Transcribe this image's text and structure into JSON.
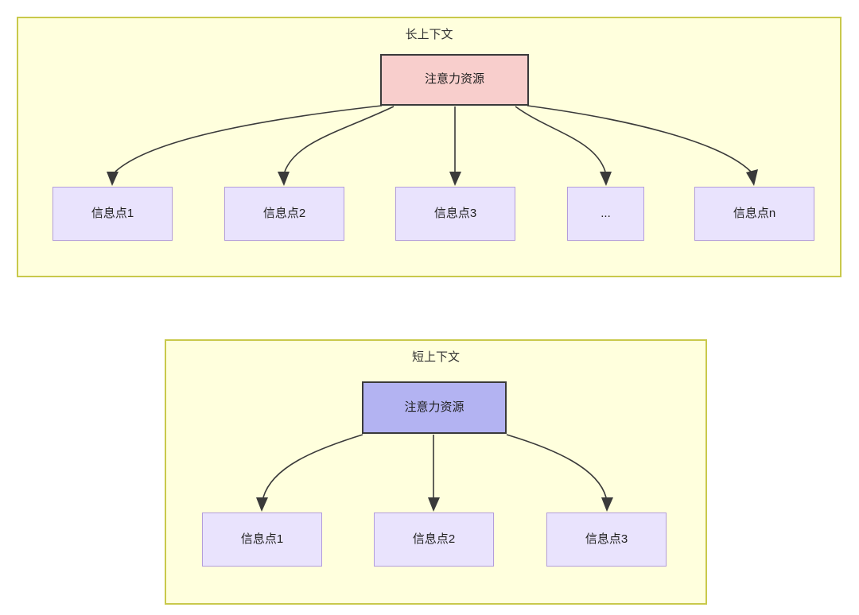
{
  "diagram": {
    "title_semantic": "attention-resource-context-comparison",
    "colors": {
      "panel_fill": "#ffffdd",
      "panel_border": "#c9c94b",
      "attention_long_fill": "#f8cecc",
      "attention_short_fill": "#b3b3f2",
      "node_border_dark": "#3a3a3a",
      "info_fill": "#e9e3fd",
      "info_border": "#b39ddb",
      "edge_color": "#3a3a3a",
      "text_color": "#1f1f1f"
    }
  },
  "panels": [
    {
      "key": "long_context",
      "title": "长上下文",
      "root": {
        "label": "注意力资源"
      },
      "children": [
        {
          "label": "信息点1"
        },
        {
          "label": "信息点2"
        },
        {
          "label": "信息点3"
        },
        {
          "label": "..."
        },
        {
          "label": "信息点n"
        }
      ]
    },
    {
      "key": "short_context",
      "title": "短上下文",
      "root": {
        "label": "注意力资源"
      },
      "children": [
        {
          "label": "信息点1"
        },
        {
          "label": "信息点2"
        },
        {
          "label": "信息点3"
        }
      ]
    }
  ]
}
